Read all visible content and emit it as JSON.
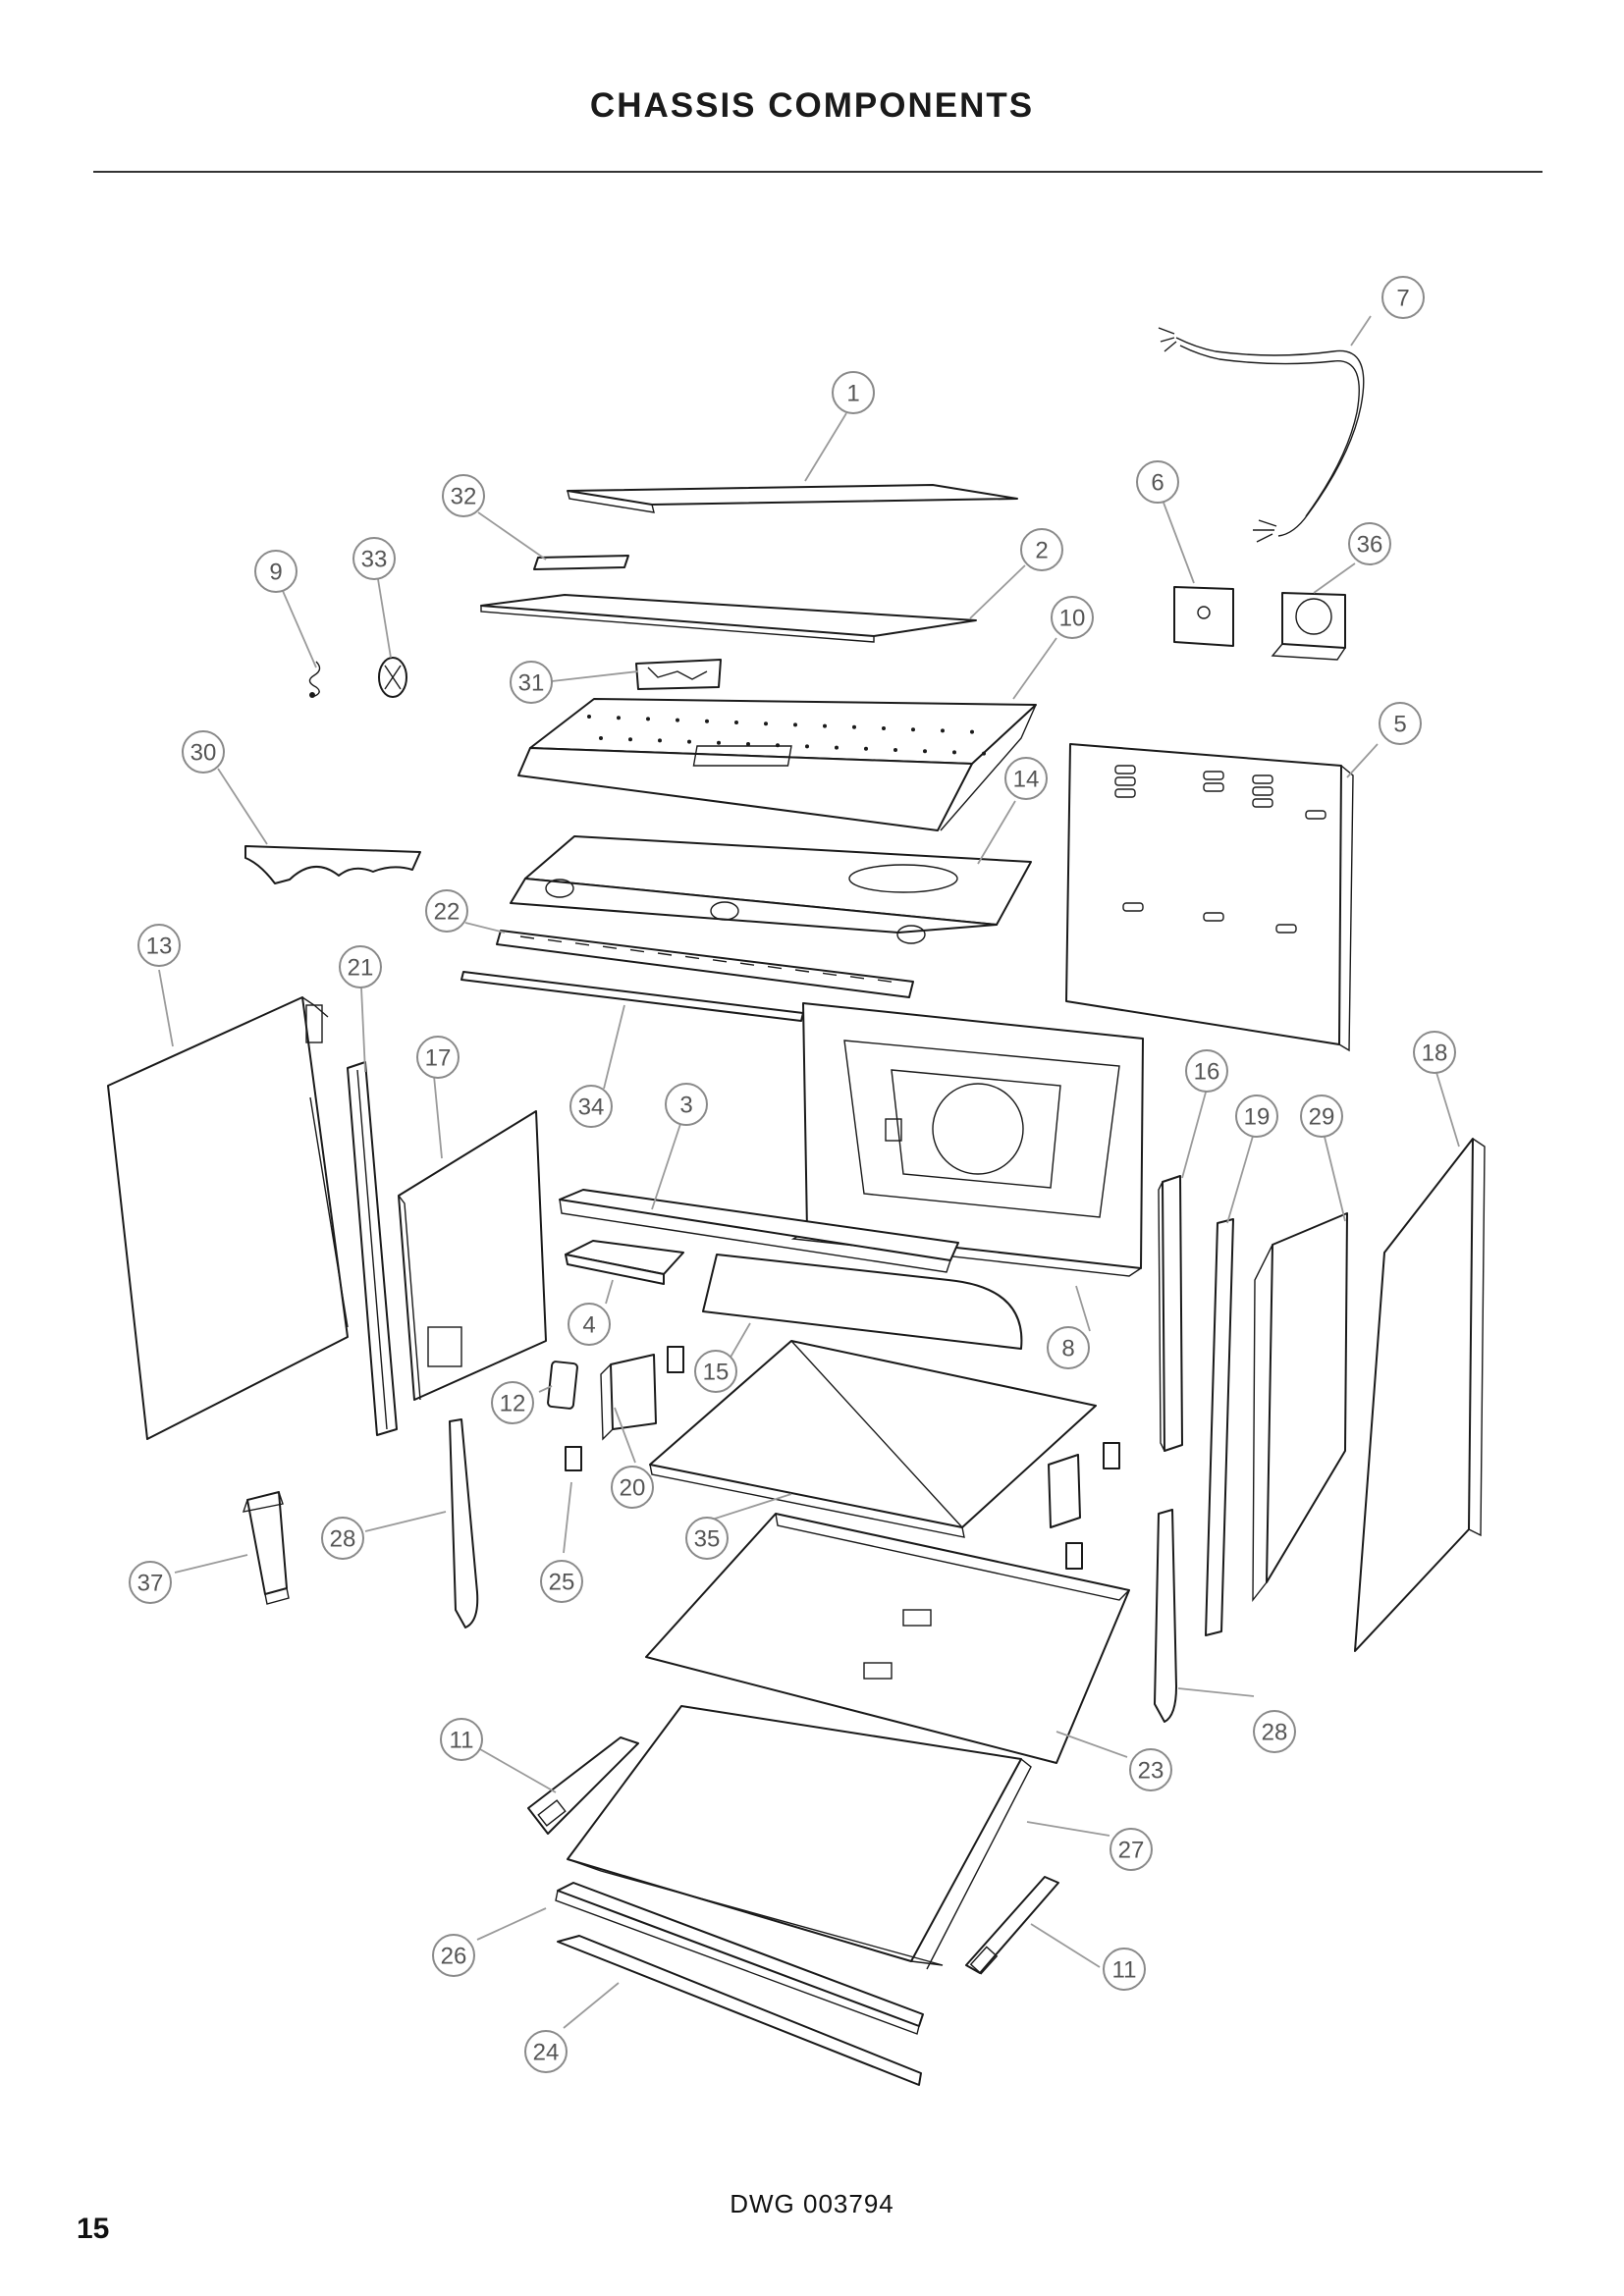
{
  "page": {
    "title": "CHASSIS COMPONENTS",
    "drawing_number": "DWG 003794",
    "page_number": "15"
  },
  "callouts": {
    "c1": "1",
    "c2": "2",
    "c3": "3",
    "c4": "4",
    "c5": "5",
    "c6": "6",
    "c7": "7",
    "c8": "8",
    "c9": "9",
    "c10": "10",
    "c11a": "11",
    "c11b": "11",
    "c12": "12",
    "c13": "13",
    "c14": "14",
    "c15": "15",
    "c16": "16",
    "c17": "17",
    "c18": "18",
    "c19": "19",
    "c20": "20",
    "c21": "21",
    "c22": "22",
    "c23": "23",
    "c24": "24",
    "c25": "25",
    "c26": "26",
    "c27": "27",
    "c28a": "28",
    "c28b": "28",
    "c29": "29",
    "c30": "30",
    "c31": "31",
    "c32": "32",
    "c33": "33",
    "c34": "34",
    "c35": "35",
    "c36": "36",
    "c37": "37"
  }
}
